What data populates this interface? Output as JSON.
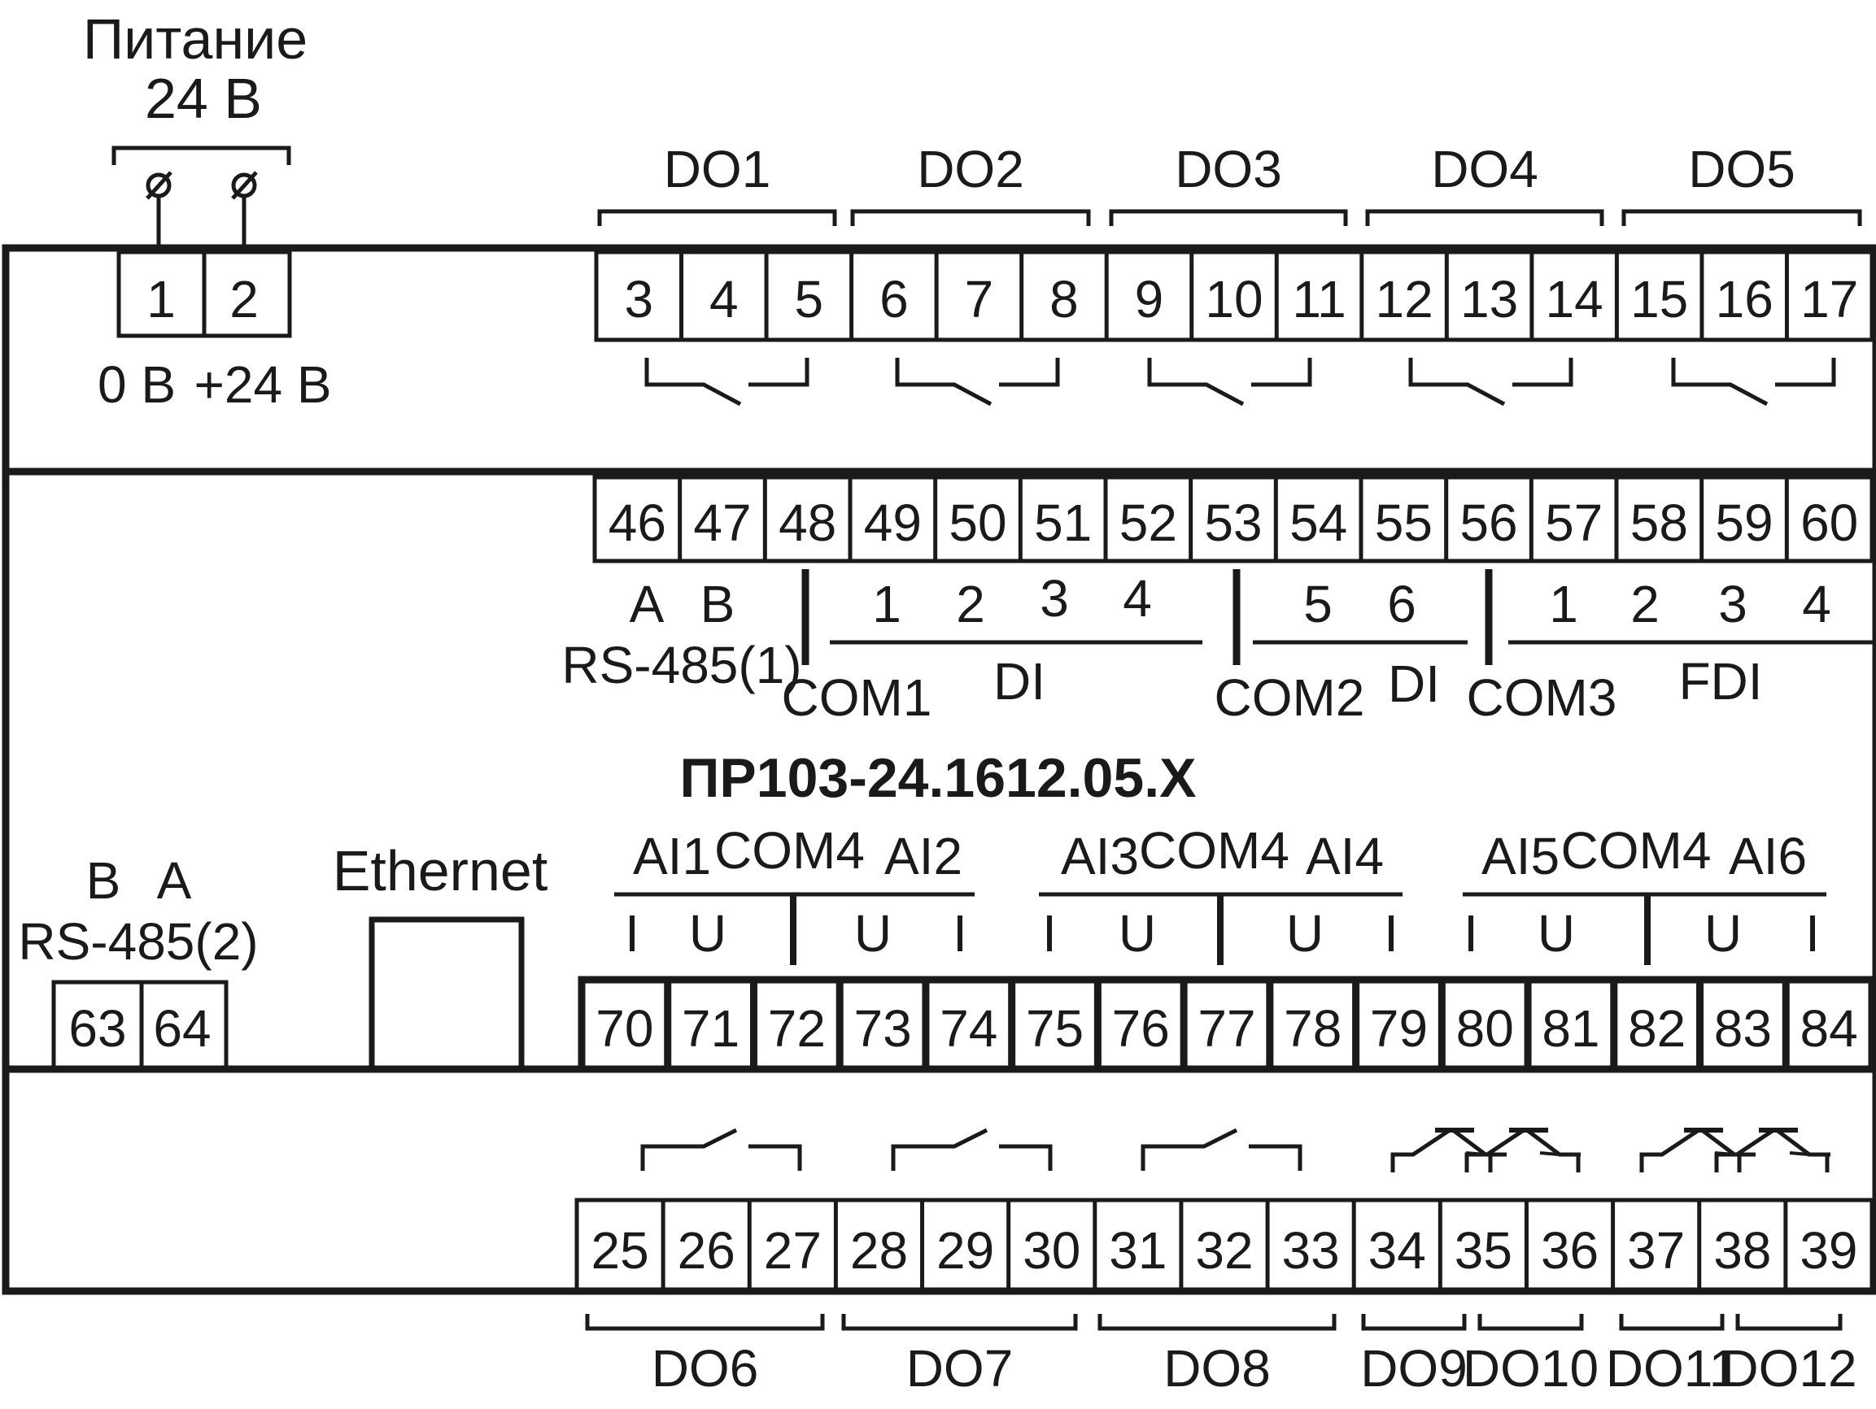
{
  "power": {
    "title_line1": "Питание",
    "title_line2": "24 В",
    "terminals": [
      "1",
      "2"
    ],
    "label_0v": "0 В",
    "label_24v": "+24 В"
  },
  "top_row": {
    "terminals": [
      "3",
      "4",
      "5",
      "6",
      "7",
      "8",
      "9",
      "10",
      "11",
      "12",
      "13",
      "14",
      "15",
      "16",
      "17"
    ],
    "groups": [
      "DO1",
      "DO2",
      "DO3",
      "DO4",
      "DO5"
    ]
  },
  "middle_row": {
    "terminals": [
      "46",
      "47",
      "48",
      "49",
      "50",
      "51",
      "52",
      "53",
      "54",
      "55",
      "56",
      "57",
      "58",
      "59",
      "60"
    ],
    "rs485_1": {
      "a": "A",
      "b": "B",
      "label": "RS-485(1)"
    },
    "di_group1": {
      "numbers": [
        "1",
        "2",
        "3",
        "4"
      ],
      "com": "COM1",
      "label": "DI"
    },
    "di_group2": {
      "numbers": [
        "5",
        "6"
      ],
      "com": "COM2",
      "label": "DI"
    },
    "fdi_group": {
      "numbers": [
        "1",
        "2",
        "3",
        "4"
      ],
      "com": "COM3",
      "label": "FDI"
    }
  },
  "model": "ПР103-24.1612.05.X",
  "ai_row": {
    "groups": [
      {
        "left": "AI1",
        "com": "COM4",
        "right": "AI2",
        "marks": [
          "I",
          "U",
          "U",
          "I"
        ]
      },
      {
        "left": "AI3",
        "com": "COM4",
        "right": "AI4",
        "marks": [
          "I",
          "U",
          "U",
          "I"
        ]
      },
      {
        "left": "AI5",
        "com": "COM4",
        "right": "AI6",
        "marks": [
          "I",
          "U",
          "U",
          "I"
        ]
      }
    ],
    "terminals": [
      "70",
      "71",
      "72",
      "73",
      "74",
      "75",
      "76",
      "77",
      "78",
      "79",
      "80",
      "81",
      "82",
      "83",
      "84"
    ]
  },
  "rs485_2": {
    "b": "B",
    "a": "A",
    "label": "RS-485(2)",
    "terminals": [
      "63",
      "64"
    ]
  },
  "ethernet": {
    "label": "Ethernet"
  },
  "bottom_row": {
    "terminals": [
      "25",
      "26",
      "27",
      "28",
      "29",
      "30",
      "31",
      "32",
      "33",
      "34",
      "35",
      "36",
      "37",
      "38",
      "39"
    ],
    "groups": [
      "DO6",
      "DO7",
      "DO8",
      "DO9",
      "DO10",
      "DO11",
      "DO12"
    ]
  }
}
